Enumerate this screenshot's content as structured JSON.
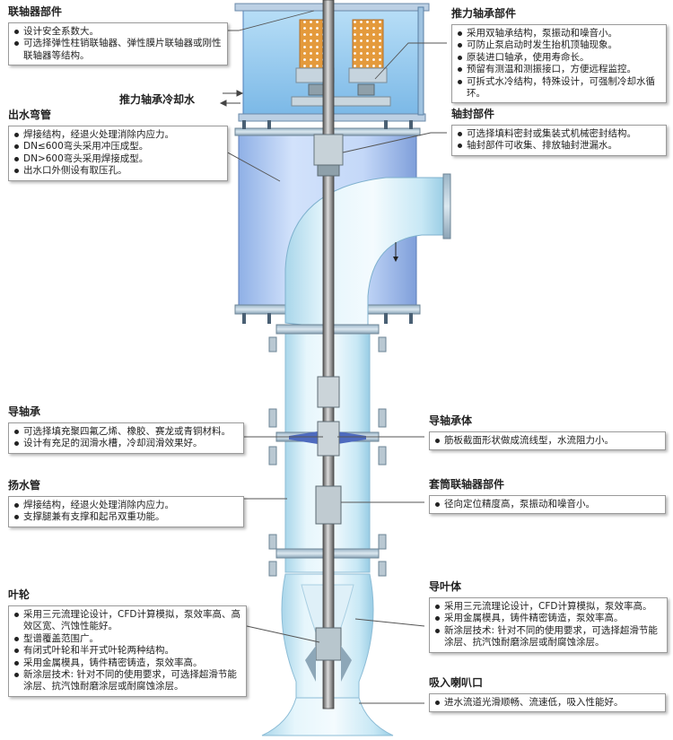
{
  "callouts": {
    "coupling": {
      "title": "联轴器部件",
      "items": [
        "设计安全系数大。",
        "可选择弹性柱销联轴器、弹性膜片联轴器或刚性联轴器等结构。"
      ]
    },
    "outlet_elbow": {
      "title": "出水弯管",
      "items": [
        "焊接结构，经退火处理消除内应力。",
        "DN≤600弯头采用冲压成型。",
        "DN>600弯头采用焊接成型。",
        "出水口外侧设有取压孔。"
      ]
    },
    "guide_bearing": {
      "title": "导轴承",
      "items": [
        "可选择填充聚四氟乙烯、橡胶、赛龙或青铜材料。",
        "设计有充足的润滑水槽，冷却润滑效果好。"
      ]
    },
    "lift_pipe": {
      "title": "扬水管",
      "items": [
        "焊接结构，经退火处理消除内应力。",
        "支撑腿兼有支撑和起吊双重功能。"
      ]
    },
    "impeller": {
      "title": "叶轮",
      "items": [
        "采用三元流理论设计，CFD计算模拟，泵效率高、高效区宽、汽蚀性能好。",
        "型谱覆盖范围广。",
        "有闭式叶轮和半开式叶轮两种结构。",
        "采用金属模具，铸件精密铸造，泵效率高。",
        "新涂层技术: 针对不同的使用要求，可选择超滑节能涂层、抗汽蚀耐磨涂层或耐腐蚀涂层。"
      ]
    },
    "thrust_bearing": {
      "title": "推力轴承部件",
      "items": [
        "采用双轴承结构，泵振动和噪音小。",
        "可防止泵启动时发生抬机顶轴现象。",
        "原装进口轴承，使用寿命长。",
        "预留有测温和测振接口，方便远程监控。",
        "可拆式水冷结构，特殊设计，可强制冷却水循环。"
      ]
    },
    "shaft_seal": {
      "title": "轴封部件",
      "items": [
        "可选择填料密封或集装式机械密封结构。",
        "轴封部件可收集、排放轴封泄漏水。"
      ]
    },
    "guide_bearing_body": {
      "title": "导轴承体",
      "items": [
        "筋板截面形状做成流线型，水流阻力小。"
      ]
    },
    "sleeve_coupling": {
      "title": "套筒联轴器部件",
      "items": [
        "径向定位精度高，泵振动和噪音小。"
      ]
    },
    "guide_vane": {
      "title": "导叶体",
      "items": [
        "采用三元流理论设计，CFD计算模拟，泵效率高。",
        "采用金属模具，铸件精密铸造，泵效率高。",
        "新涂层技术: 针对不同的使用要求，可选择超滑节能涂层、抗汽蚀耐磨涂层或耐腐蚀涂层。"
      ]
    },
    "suction_bell": {
      "title": "吸入喇叭口",
      "items": [
        "进水流道光滑顺畅、流速低，吸入性能好。"
      ]
    }
  },
  "cooling_label": "推力轴承冷却水",
  "colors": {
    "water_light": "#e4f5fb",
    "water_mid": "#bfe6f4",
    "housing_blue": "#a9c6f0",
    "housing_dark": "#7d9fd8",
    "shaft": "#6e6e6e",
    "bearing_orange": "#e59a3e",
    "leader": "#555555"
  }
}
